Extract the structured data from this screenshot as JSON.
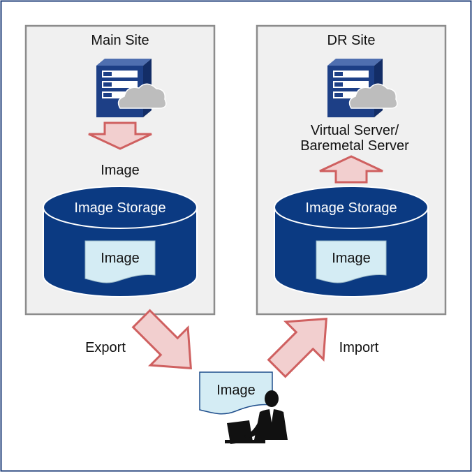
{
  "main_site": {
    "title": "Main Site",
    "arrow_label": "Image",
    "storage_label": "Image Storage",
    "doc_label": "Image"
  },
  "dr_site": {
    "title": "DR Site",
    "server_label_line1": "Virtual Server/",
    "server_label_line2": "Baremetal Server",
    "storage_label": "Image Storage",
    "doc_label": "Image"
  },
  "export_label": "Export",
  "import_label": "Import",
  "user_doc_label": "Image",
  "colors": {
    "outer_border": "#1f3f7a",
    "site_fill": "#f0f0f0",
    "site_border": "#8c8c8c",
    "storage_fill": "#0b3a82",
    "storage_border": "#ffffff",
    "doc_fill": "#d4ecf4",
    "arrow_fill": "#f2cfcf",
    "arrow_stroke": "#cf6060",
    "server_blue": "#1d3f86",
    "cloud": "#bdbdbd",
    "text": "#111111"
  },
  "icons": {
    "server": "server-with-cloud-icon",
    "user": "user-with-laptop-icon"
  }
}
